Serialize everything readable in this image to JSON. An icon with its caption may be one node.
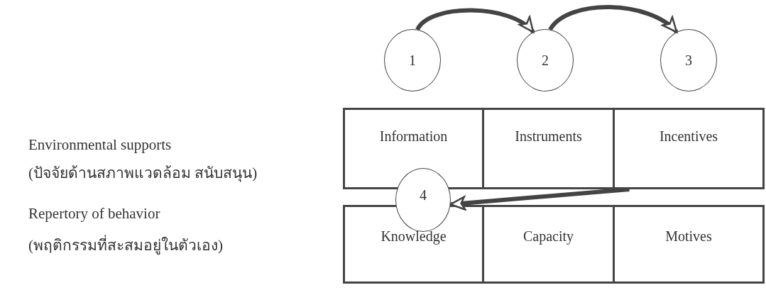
{
  "diagram": {
    "nodes": [
      {
        "text": [
          "1"
        ]
      },
      {
        "text": [
          "2"
        ]
      },
      {
        "text": [
          "3"
        ]
      },
      {
        "text": [
          "Information"
        ]
      },
      {
        "text": [
          "Instruments"
        ]
      },
      {
        "text": [
          "Incentives"
        ]
      },
      {
        "text": [
          "4"
        ]
      },
      {
        "text": [
          "Knowledge"
        ]
      },
      {
        "text": [
          "Capacity"
        ]
      },
      {
        "text": [
          "Motives"
        ]
      }
    ],
    "edges": [
      {
        "from": 0,
        "to": 1,
        "arrow": "to"
      },
      {
        "from": 1,
        "to": 2,
        "arrow": "to"
      },
      {
        "from": 5,
        "to": 6,
        "arrow": "to"
      }
    ],
    "labels": [
      "Environmental supports",
      "(ปัจจัยด้านสภาพแวดล้อม สนับสนุน)",
      "Repertory of behavior",
      "(พฤติกรรมที่สะสมอยู่ในตัวเอง)"
    ]
  }
}
